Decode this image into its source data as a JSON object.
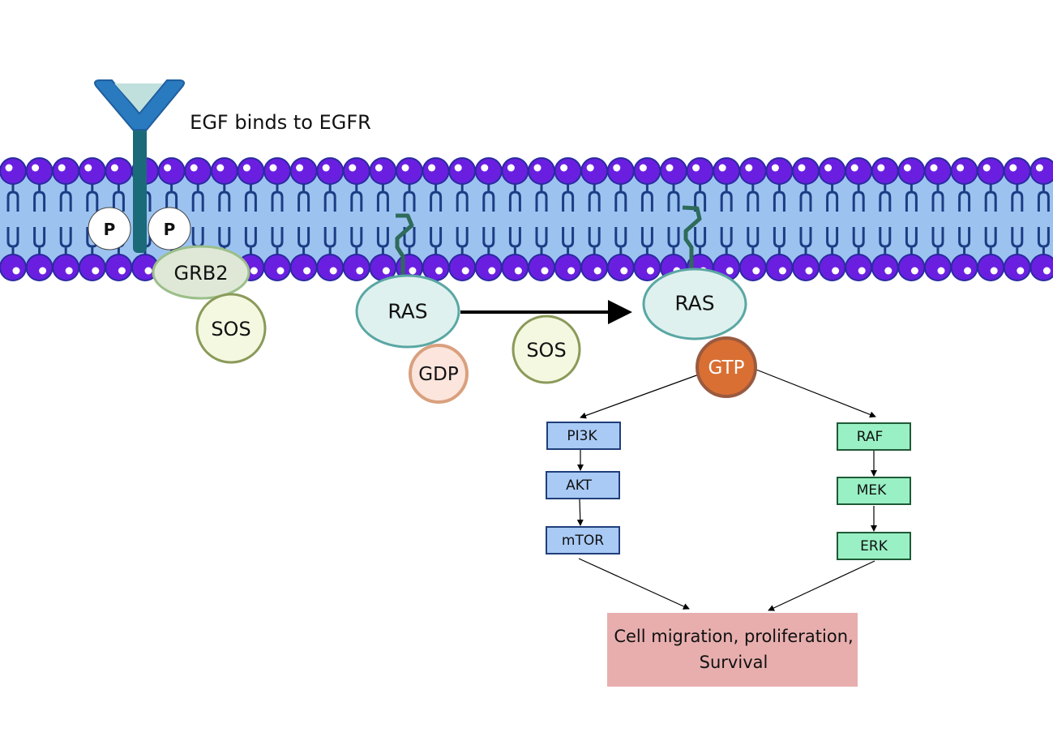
{
  "title_annotation": "EGF binds to EGFR",
  "colors": {
    "membrane_fill": "#9cc3f0",
    "head_fill": "#6a1fe0",
    "head_stroke": "#2a2aa0",
    "tail": "#1c3d84",
    "receptor": "#2a7ac0",
    "receptor_stem": "#1b6a7a",
    "egf": "#bfe0dc",
    "ras_fill": "#dff1ee",
    "ras_stroke": "#5aa7a4",
    "anchor": "#2e6b5a",
    "grb2_fill": "#dfe8d6",
    "grb2_stroke": "#9bbf8a",
    "sos_fill": "#f5f8e0",
    "sos_stroke": "#8a9a5a",
    "gdp_fill": "#fbe5dc",
    "gdp_stroke": "#d9a07e",
    "gtp_fill": "#d96f33",
    "gtp_stroke": "#9a5a40",
    "pi3k_fill": "#a9caf5",
    "pi3k_stroke": "#1f3f7a",
    "raf_fill": "#99f0c4",
    "raf_stroke": "#1f5a36",
    "outcome_fill": "#e8aeae"
  },
  "phospho": [
    "P",
    "P"
  ],
  "adaptor": "GRB2",
  "gef_left": "SOS",
  "ras_inactive": "RAS",
  "gdp": "GDP",
  "gef_middle": "SOS",
  "ras_active": "RAS",
  "gtp": "GTP",
  "pi3k_branch": [
    "PI3K",
    "AKT",
    "mTOR"
  ],
  "mapk_branch": [
    "RAF",
    "MEK",
    "ERK"
  ],
  "outcome": [
    "Cell migration, proliferation,",
    "Survival"
  ]
}
